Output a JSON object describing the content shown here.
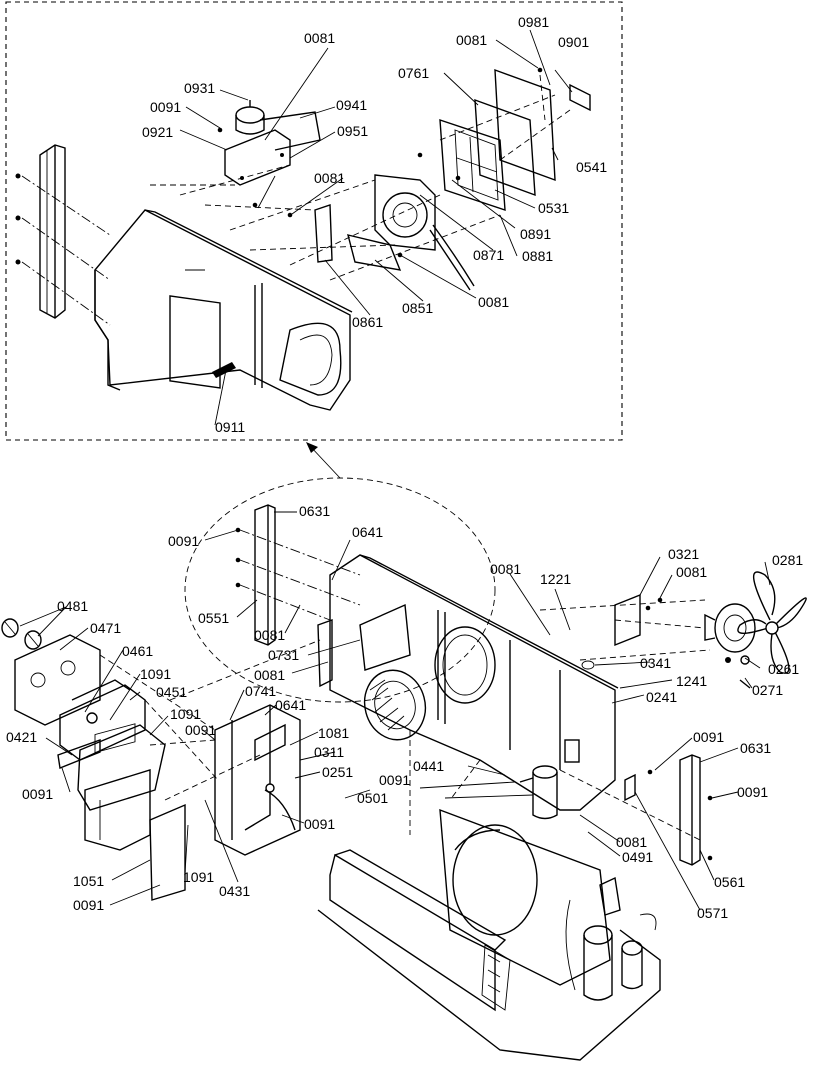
{
  "diagram": {
    "labels": [
      {
        "id": "l0081a",
        "text": "0081"
      },
      {
        "id": "l0931",
        "text": "0931"
      },
      {
        "id": "l0091a",
        "text": "0091"
      },
      {
        "id": "l0941",
        "text": "0941"
      },
      {
        "id": "l0921",
        "text": "0921"
      },
      {
        "id": "l0951",
        "text": "0951"
      },
      {
        "id": "l0981",
        "text": "0981"
      },
      {
        "id": "l0081b",
        "text": "0081"
      },
      {
        "id": "l0901",
        "text": "0901"
      },
      {
        "id": "l0761",
        "text": "0761"
      },
      {
        "id": "l0541",
        "text": "0541"
      },
      {
        "id": "l0081c",
        "text": "0081"
      },
      {
        "id": "l0531",
        "text": "0531"
      },
      {
        "id": "l0891",
        "text": "0891"
      },
      {
        "id": "l0871",
        "text": "0871"
      },
      {
        "id": "l0881",
        "text": "0881"
      },
      {
        "id": "l0081d",
        "text": "0081"
      },
      {
        "id": "l0851",
        "text": "0851"
      },
      {
        "id": "l0861",
        "text": "0861"
      },
      {
        "id": "l0911",
        "text": "0911"
      },
      {
        "id": "l0631a",
        "text": "0631"
      },
      {
        "id": "l0091b",
        "text": "0091"
      },
      {
        "id": "l0641a",
        "text": "0641"
      },
      {
        "id": "l0081e",
        "text": "0081"
      },
      {
        "id": "l1221",
        "text": "1221"
      },
      {
        "id": "l0321",
        "text": "0321"
      },
      {
        "id": "l0081f",
        "text": "0081"
      },
      {
        "id": "l0281",
        "text": "0281"
      },
      {
        "id": "l0551",
        "text": "0551"
      },
      {
        "id": "l0081g",
        "text": "0081"
      },
      {
        "id": "l0481",
        "text": "0481"
      },
      {
        "id": "l0471",
        "text": "0471"
      },
      {
        "id": "l0731",
        "text": "0731"
      },
      {
        "id": "l0081h",
        "text": "0081"
      },
      {
        "id": "l0341",
        "text": "0341"
      },
      {
        "id": "l0261",
        "text": "0261"
      },
      {
        "id": "l0461",
        "text": "0461"
      },
      {
        "id": "l1091a",
        "text": "1091"
      },
      {
        "id": "l0741",
        "text": "0741"
      },
      {
        "id": "l1241",
        "text": "1241"
      },
      {
        "id": "l0241",
        "text": "0241"
      },
      {
        "id": "l0271",
        "text": "0271"
      },
      {
        "id": "l0451",
        "text": "0451"
      },
      {
        "id": "l1091b",
        "text": "1091"
      },
      {
        "id": "l0641b",
        "text": "0641"
      },
      {
        "id": "l0091c",
        "text": "0091"
      },
      {
        "id": "l0421",
        "text": "0421"
      },
      {
        "id": "l1081",
        "text": "1081"
      },
      {
        "id": "l0311",
        "text": "0311"
      },
      {
        "id": "l0091d",
        "text": "0091"
      },
      {
        "id": "l0631b",
        "text": "0631"
      },
      {
        "id": "l0251",
        "text": "0251"
      },
      {
        "id": "l0441",
        "text": "0441"
      },
      {
        "id": "l0091e",
        "text": "0091"
      },
      {
        "id": "l0091f",
        "text": "0091"
      },
      {
        "id": "l0501",
        "text": "0501"
      },
      {
        "id": "l0091g",
        "text": "0091"
      },
      {
        "id": "l0081i",
        "text": "0081"
      },
      {
        "id": "l0491",
        "text": "0491"
      },
      {
        "id": "l1051",
        "text": "1051"
      },
      {
        "id": "l1091c",
        "text": "1091"
      },
      {
        "id": "l0431",
        "text": "0431"
      },
      {
        "id": "l0561",
        "text": "0561"
      },
      {
        "id": "l0091h",
        "text": "0091"
      },
      {
        "id": "l0571",
        "text": "0571"
      },
      {
        "id": "l0091i",
        "text": "0091"
      }
    ]
  }
}
